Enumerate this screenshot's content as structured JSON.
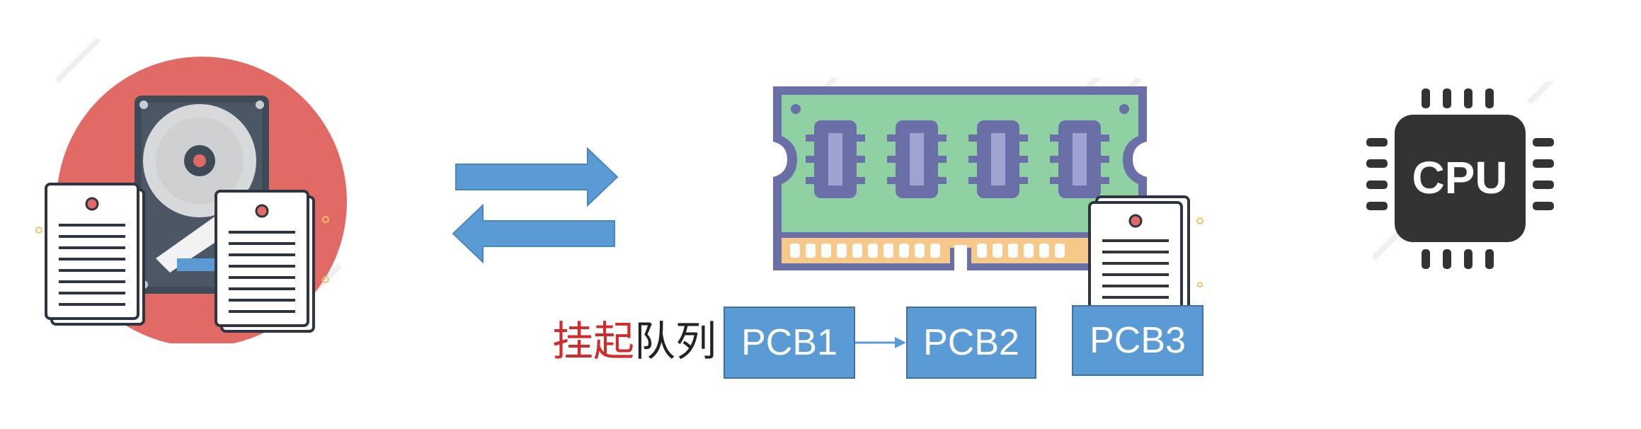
{
  "queue_label": {
    "highlight": "挂起",
    "rest": "队列"
  },
  "pcbs": [
    "PCB1",
    "PCB2",
    "PCB3"
  ],
  "cpu": {
    "label": "CPU"
  },
  "icons": {
    "disk": "hard-disk-icon",
    "memory": "ram-module-icon",
    "cpu": "cpu-chip-icon",
    "swap": "swap-arrows-icon",
    "document": "document-icon"
  },
  "colors": {
    "highlight": "#d12b2b",
    "pcb_fill": "#5b9bd5",
    "arrow": "#5b9bd5",
    "disk_circle": "#e26a64",
    "ram_board": "#8fd1a3",
    "ram_border": "#6a6fa8",
    "cpu_body": "#333333"
  }
}
